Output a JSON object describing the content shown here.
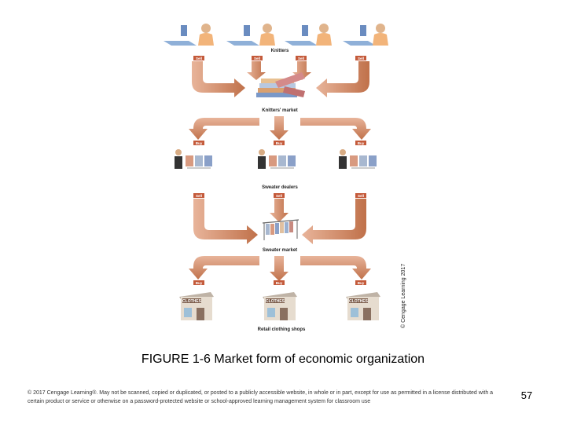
{
  "diagram": {
    "knitters_label": "Knitters",
    "knitters_market_label": "Knitters' market",
    "sweater_dealers_label": "Sweater dealers",
    "sweater_market_label": "Sweater market",
    "retail_shops_label": "Retail clothing shops",
    "sell_tag": "Sell",
    "buy_tag": "Buy",
    "shop_sign": "CLOTHES",
    "credit": "© Cengage Learning 2017"
  },
  "caption": "FIGURE 1-6 Market form of economic organization",
  "footer": "© 2017 Cengage Learning®. May not be scanned, copied or duplicated, or posted to a publicly accessible website, in whole or in part, except for use as permitted in a license distributed with a certain product or service or otherwise on a password-protected website or school-approved learning management system for classroom use",
  "page_number": "57",
  "colors": {
    "arrow": "#c0714a",
    "arrow_light": "#e8b49a",
    "tag": "#c45a3a"
  }
}
